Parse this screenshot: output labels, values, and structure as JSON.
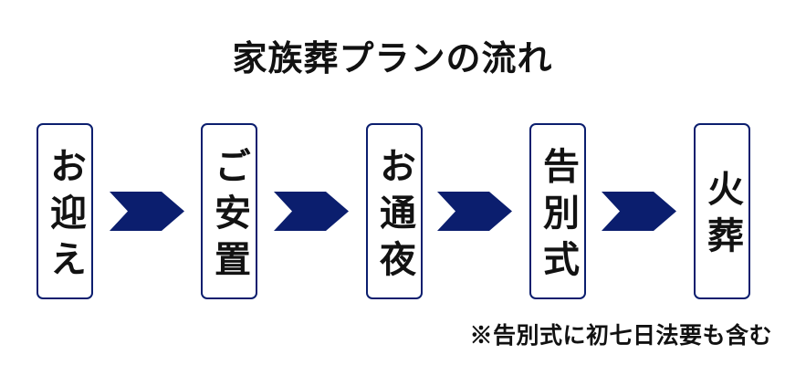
{
  "title": "家族葬プランの流れ",
  "flow": {
    "steps": [
      {
        "label": "お迎え"
      },
      {
        "label": "ご安置"
      },
      {
        "label": "お通夜"
      },
      {
        "label": "告別式"
      },
      {
        "label": "火葬"
      }
    ]
  },
  "footnote": "※告別式に初七日法要も含む",
  "colors": {
    "navy_accent": "#0b1e6e",
    "text": "#111111",
    "background": "#ffffff"
  },
  "icons": {
    "step_connector": "ribbon-arrow-right-icon"
  }
}
